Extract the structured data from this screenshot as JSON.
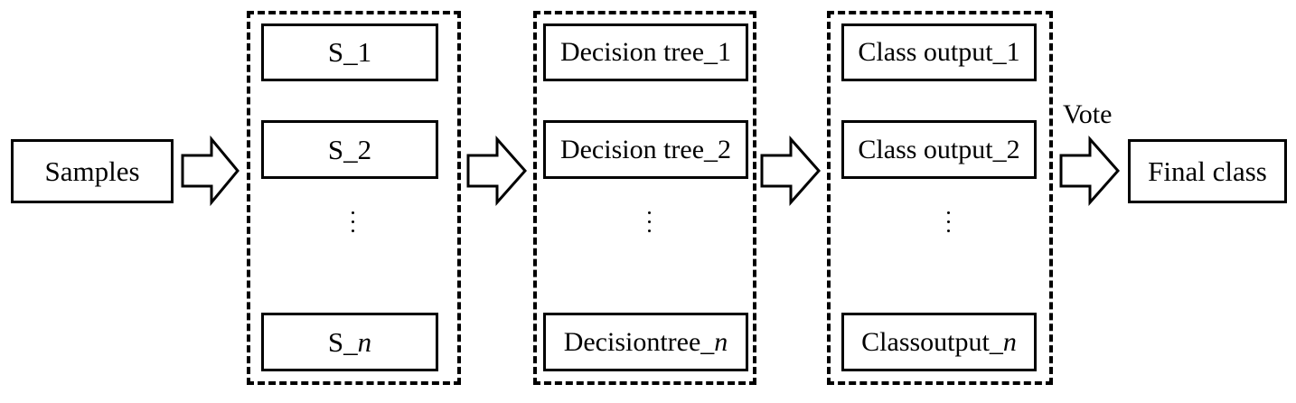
{
  "input": {
    "label": "Samples"
  },
  "subsets": {
    "items": [
      {
        "prefix": "S_",
        "suffix": "1",
        "suffix_italic": false
      },
      {
        "prefix": "S_",
        "suffix": "2",
        "suffix_italic": false
      },
      {
        "prefix": "S_",
        "suffix": "n",
        "suffix_italic": true
      }
    ]
  },
  "trees": {
    "items": [
      {
        "prefix": "Decision tree_",
        "suffix": "1",
        "suffix_italic": false
      },
      {
        "prefix": "Decision tree_",
        "suffix": "2",
        "suffix_italic": false
      },
      {
        "prefix": "Decisiontree_",
        "suffix": "n",
        "suffix_italic": true
      }
    ]
  },
  "outputs": {
    "items": [
      {
        "prefix": "Class output_",
        "suffix": "1",
        "suffix_italic": false
      },
      {
        "prefix": "Class output_",
        "suffix": "2",
        "suffix_italic": false
      },
      {
        "prefix": "Classoutput_",
        "suffix": "n",
        "suffix_italic": true
      }
    ]
  },
  "vote": {
    "label": "Vote"
  },
  "final": {
    "label": "Final class"
  }
}
